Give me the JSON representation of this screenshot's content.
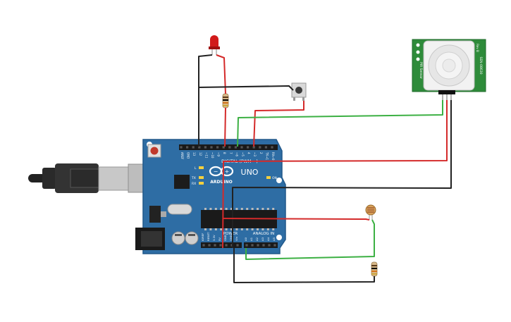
{
  "board": {
    "brand": "ARDUINO",
    "model": "UNO",
    "digital_header": "DIGITAL (PWM ~)",
    "analog_header": "ANALOG IN",
    "power_header": "POWER",
    "on_label": "ON",
    "tx_label": "TX",
    "rx_label": "RX",
    "l_label": "L",
    "digital_pins": [
      "AREF",
      "GND",
      "13",
      "12",
      "~11",
      "~10",
      "~9",
      "8",
      "7",
      "~6",
      "~5",
      "4",
      "~3",
      "2",
      "TX→1",
      "RX←0"
    ],
    "power_pins": [
      "IOREF",
      "RESET",
      "3.3V",
      "5V",
      "GND",
      "GND",
      "Vin"
    ],
    "analog_pins": [
      "A0",
      "A1",
      "A2",
      "A3",
      "A4",
      "A5"
    ]
  },
  "pir": {
    "model_text": "SEN-08630",
    "side_text": "PIR Sensor",
    "sub_text": "Rev B"
  },
  "colors": {
    "board": "#2e6da4",
    "wire_red": "#d42a2a",
    "wire_black": "#222222",
    "wire_green": "#3cb043",
    "pir_pcb": "#2e8b3a",
    "led": "#d11a1a"
  }
}
